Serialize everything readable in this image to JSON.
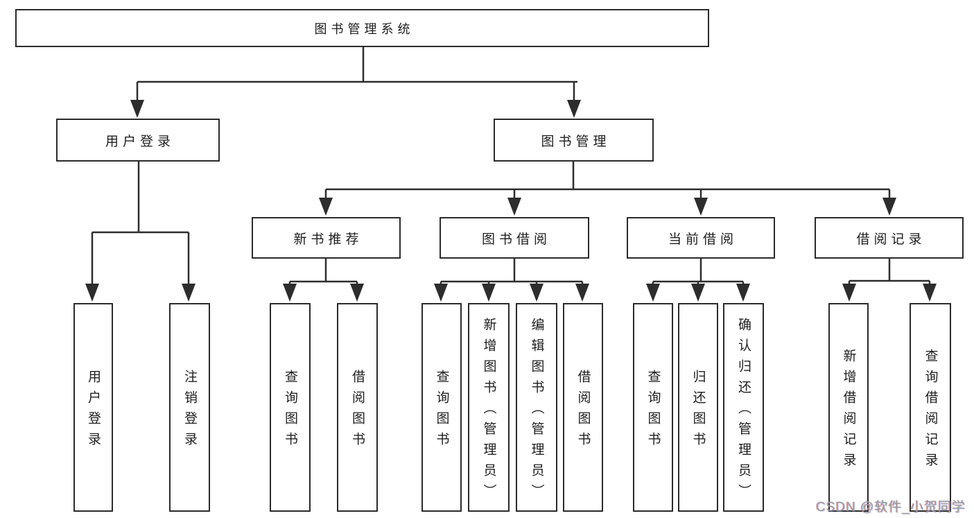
{
  "root": {
    "label": "图书管理系统"
  },
  "level2": {
    "user_login": {
      "label": "用户登录"
    },
    "book_mgmt": {
      "label": "图书管理"
    }
  },
  "level3": {
    "new_books": {
      "label": "新书推荐"
    },
    "borrow": {
      "label": "图书借阅"
    },
    "current": {
      "label": "当前借阅"
    },
    "records": {
      "label": "借阅记录"
    }
  },
  "leaves": {
    "user_login": [
      "用户登录",
      "注销登录"
    ],
    "new_books": [
      "查询图书",
      "借阅图书"
    ],
    "borrow": [
      "查询图书",
      "新增图书（管理员）",
      "编辑图书（管理员）",
      "借阅图书"
    ],
    "current": [
      "查询图书",
      "归还图书",
      "确认归还（管理员）"
    ],
    "records": [
      "新增借阅记录",
      "查询借阅记录"
    ]
  },
  "watermark": {
    "text": "CSDN @软件_小贺同学"
  },
  "colors": {
    "line": "#2d2d2d",
    "border": "#2b2b2b",
    "text": "#1e1e1e",
    "watermark": "#9c9c9c",
    "background": "#ffffff"
  }
}
